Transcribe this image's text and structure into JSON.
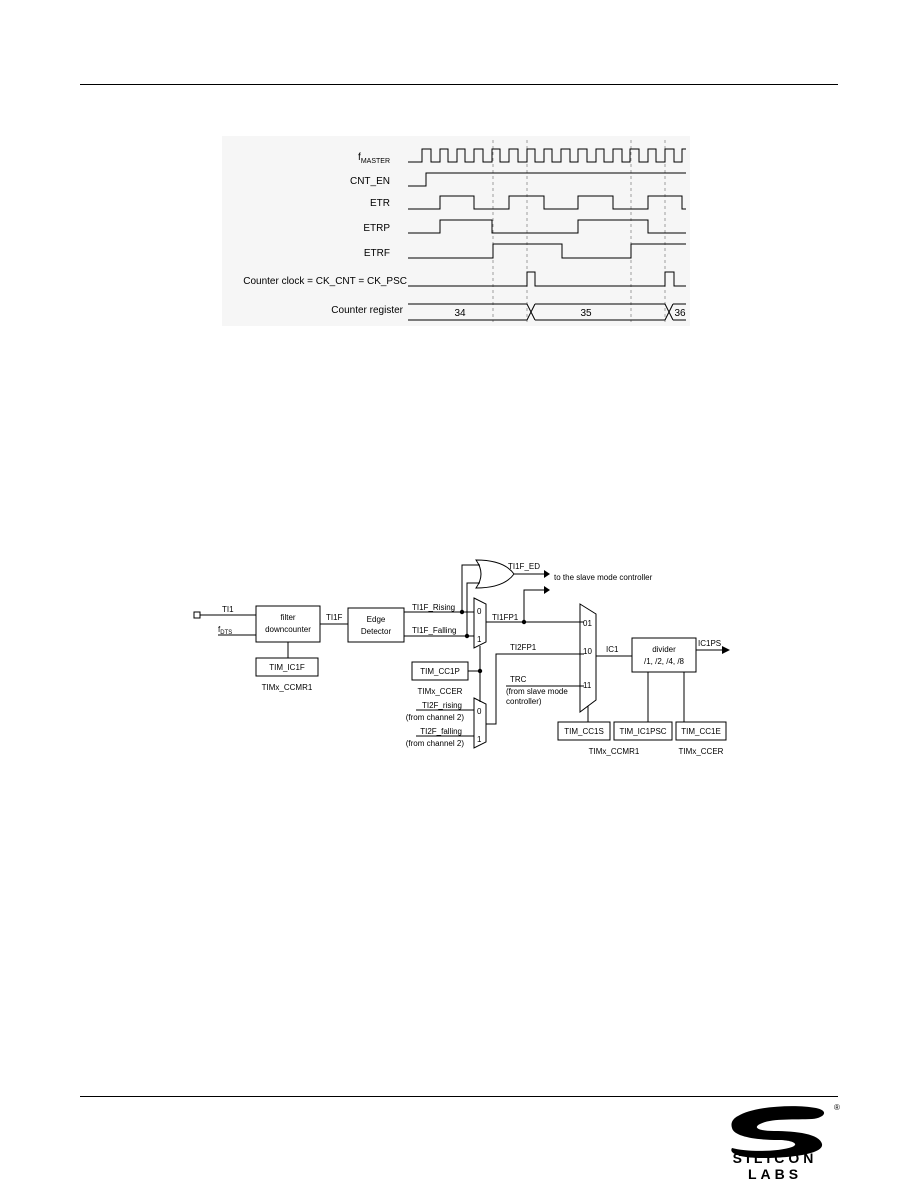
{
  "timing_diagram": {
    "signals": [
      {
        "label": "f",
        "sub": "MASTER"
      },
      {
        "label": "CNT_EN"
      },
      {
        "label": "ETR"
      },
      {
        "label": "ETRP"
      },
      {
        "label": "ETRF"
      },
      {
        "label": "Counter clock = CK_CNT = CK_PSC"
      },
      {
        "label": "Counter register"
      }
    ],
    "counter_values": [
      "34",
      "35",
      "36"
    ]
  },
  "block_diagram": {
    "ti1": "TI1",
    "fdts": "f",
    "fdts_sub": "DTS",
    "filter_line1": "filter",
    "filter_line2": "downcounter",
    "ti1f": "TI1F",
    "edge_line1": "Edge",
    "edge_line2": "Detector",
    "ti1f_rising": "TI1F_Rising",
    "ti1f_falling": "TI1F_Falling",
    "ti1f_ed": "TI1F_ED",
    "to_slave": "to the slave mode controller",
    "ti1fp1": "TI1FP1",
    "ti2fp1": "TI2FP1",
    "trc": "TRC",
    "from_slave": "(from slave mode",
    "controller": "controller)",
    "mux_0": "0",
    "mux_1": "1",
    "sel_01": "01",
    "sel_10": "10",
    "sel_11": "11",
    "ic1": "IC1",
    "divider_line1": "divider",
    "divider_line2": "/1, /2, /4, /8",
    "ic1ps": "IC1PS",
    "tim_ic1f": "TIM_IC1F",
    "timx_ccmr1_a": "TIMx_CCMR1",
    "tim_cc1p": "TIM_CC1P",
    "timx_ccer_a": "TIMx_CCER",
    "ti2f_rising": "TI2F_rising",
    "from_ch2_a": "(from channel 2)",
    "ti2f_falling": "TI2F_falling",
    "from_ch2_b": "(from channel 2)",
    "tim_cc1s": "TIM_CC1S",
    "tim_ic1psc": "TIM_IC1PSC",
    "timx_ccmr1_b": "TIMx_CCMR1",
    "tim_cc1e": "TIM_CC1E",
    "timx_ccer_b": "TIMx_CCER"
  },
  "footer": {
    "logo_text": "SILICON LABS",
    "registered": "®"
  }
}
